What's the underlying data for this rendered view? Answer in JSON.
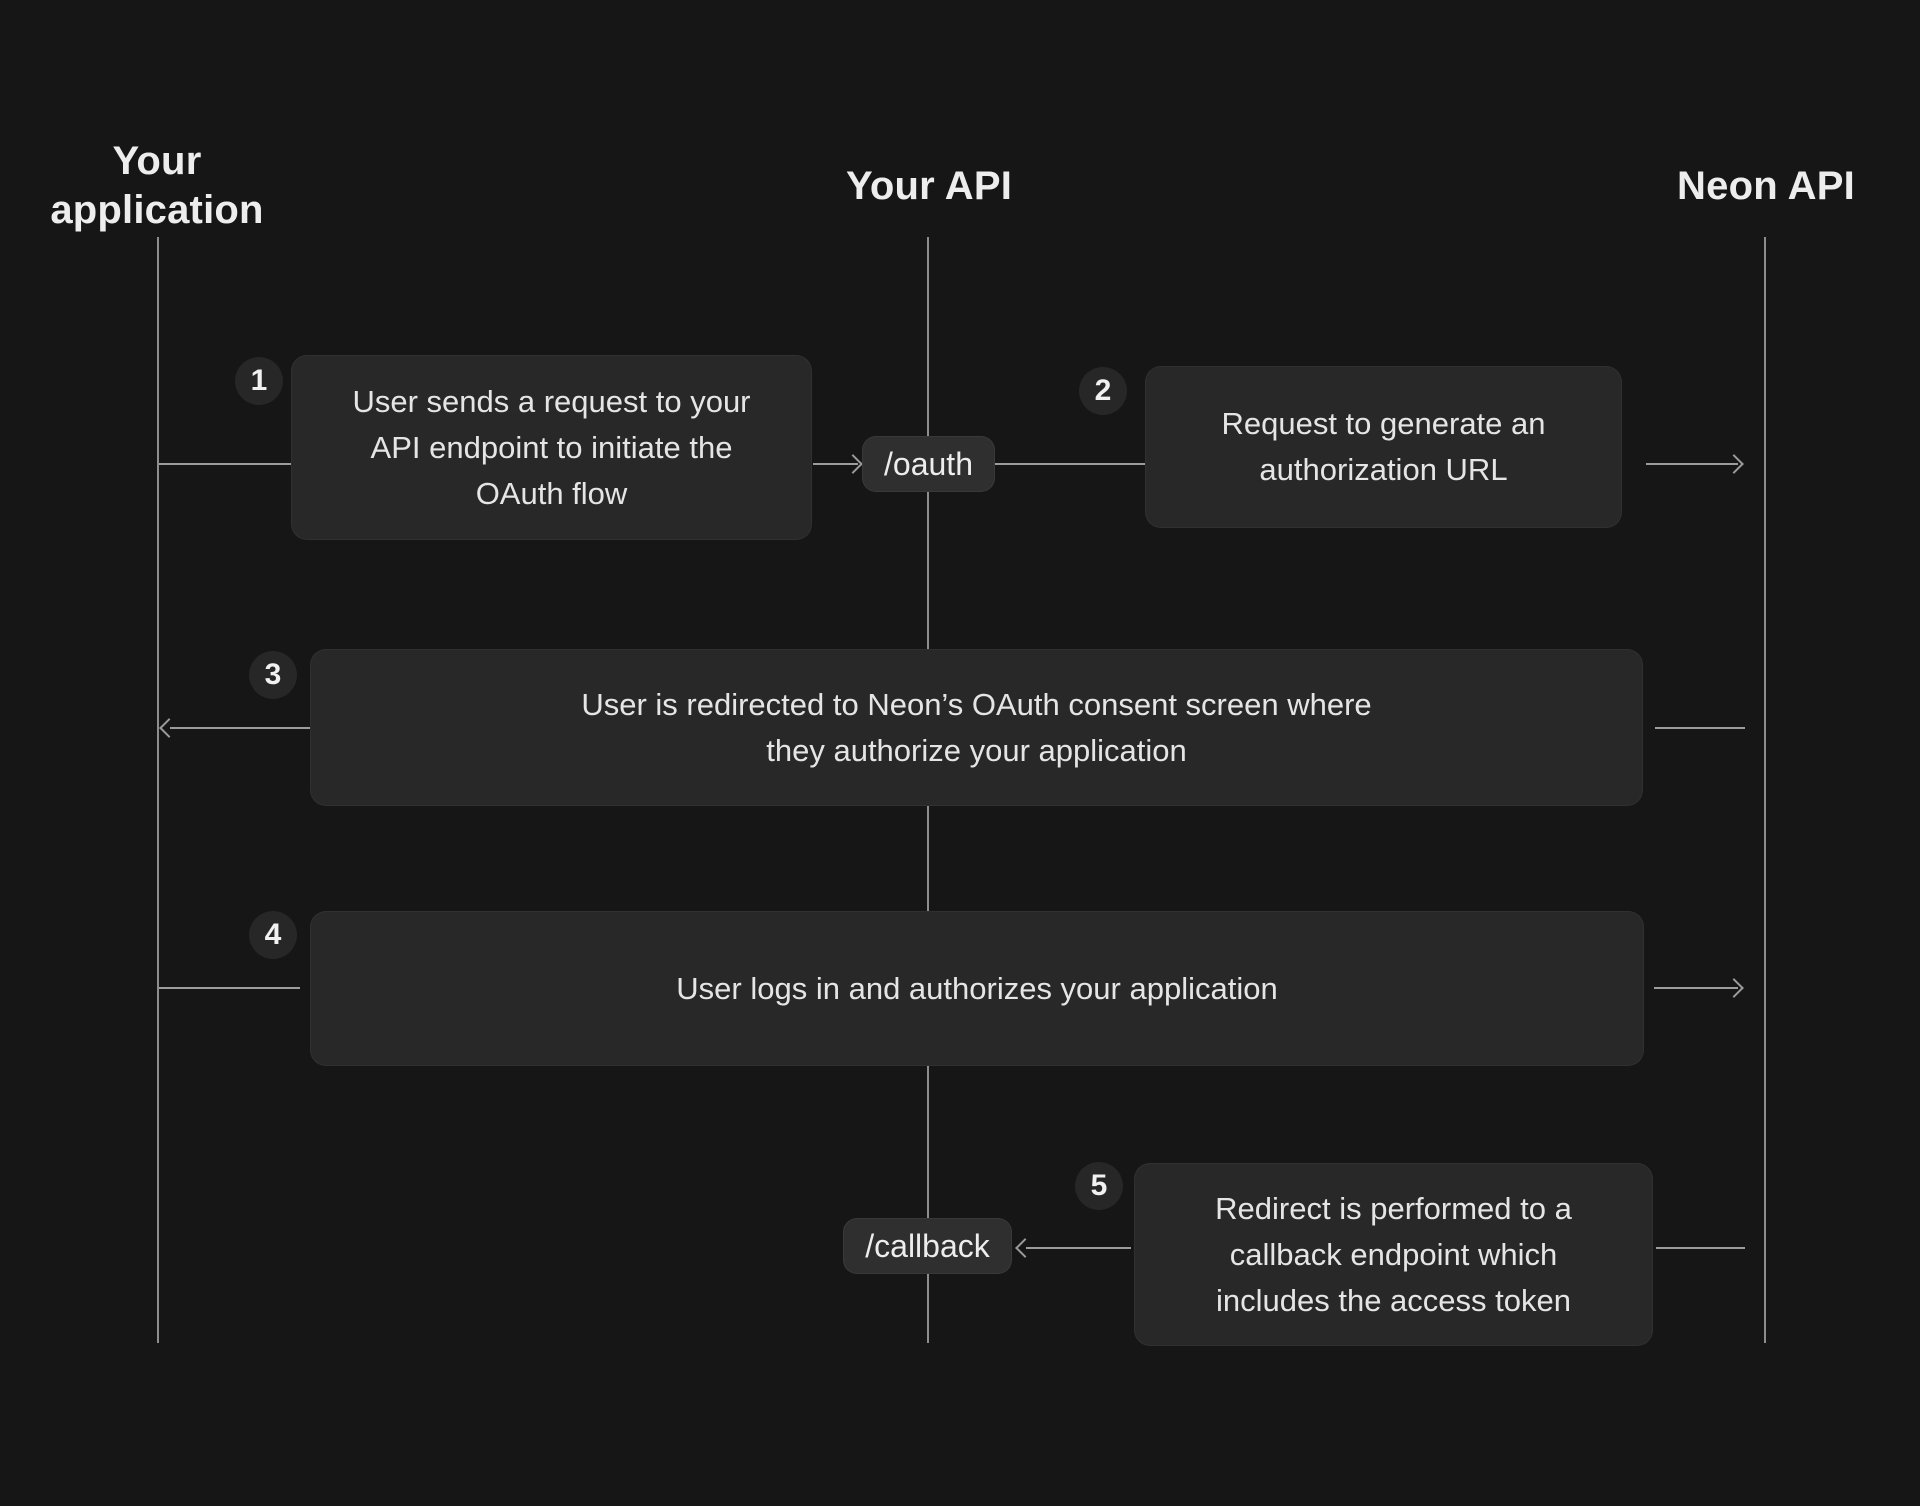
{
  "diagram": {
    "title": "OAuth flow sequence diagram",
    "actors": [
      {
        "id": "your-application",
        "label": "Your application"
      },
      {
        "id": "your-api",
        "label": "Your API"
      },
      {
        "id": "neon-api",
        "label": "Neon API"
      }
    ],
    "steps": [
      {
        "number": "1",
        "lines": [
          "User sends a request to your",
          "API endpoint to initiate the",
          "OAuth flow"
        ]
      },
      {
        "number": "2",
        "lines": [
          "Request to generate an",
          "authorization URL"
        ]
      },
      {
        "number": "3",
        "lines": [
          "User is redirected to Neon’s OAuth consent screen where",
          "they authorize your application"
        ]
      },
      {
        "number": "4",
        "lines": [
          "User logs in and authorizes your application"
        ]
      },
      {
        "number": "5",
        "lines": [
          "Redirect is performed to a",
          "callback endpoint which",
          "includes the access token"
        ]
      }
    ],
    "endpoints": [
      {
        "label": "/oauth"
      },
      {
        "label": "/callback"
      }
    ],
    "colors": {
      "background": "#161616",
      "box": "#282828",
      "pill": "#2f2f2f",
      "badge": "#272727",
      "line": "#9c9c9c",
      "text": "#e5e5e5",
      "heading": "#ededed"
    }
  }
}
